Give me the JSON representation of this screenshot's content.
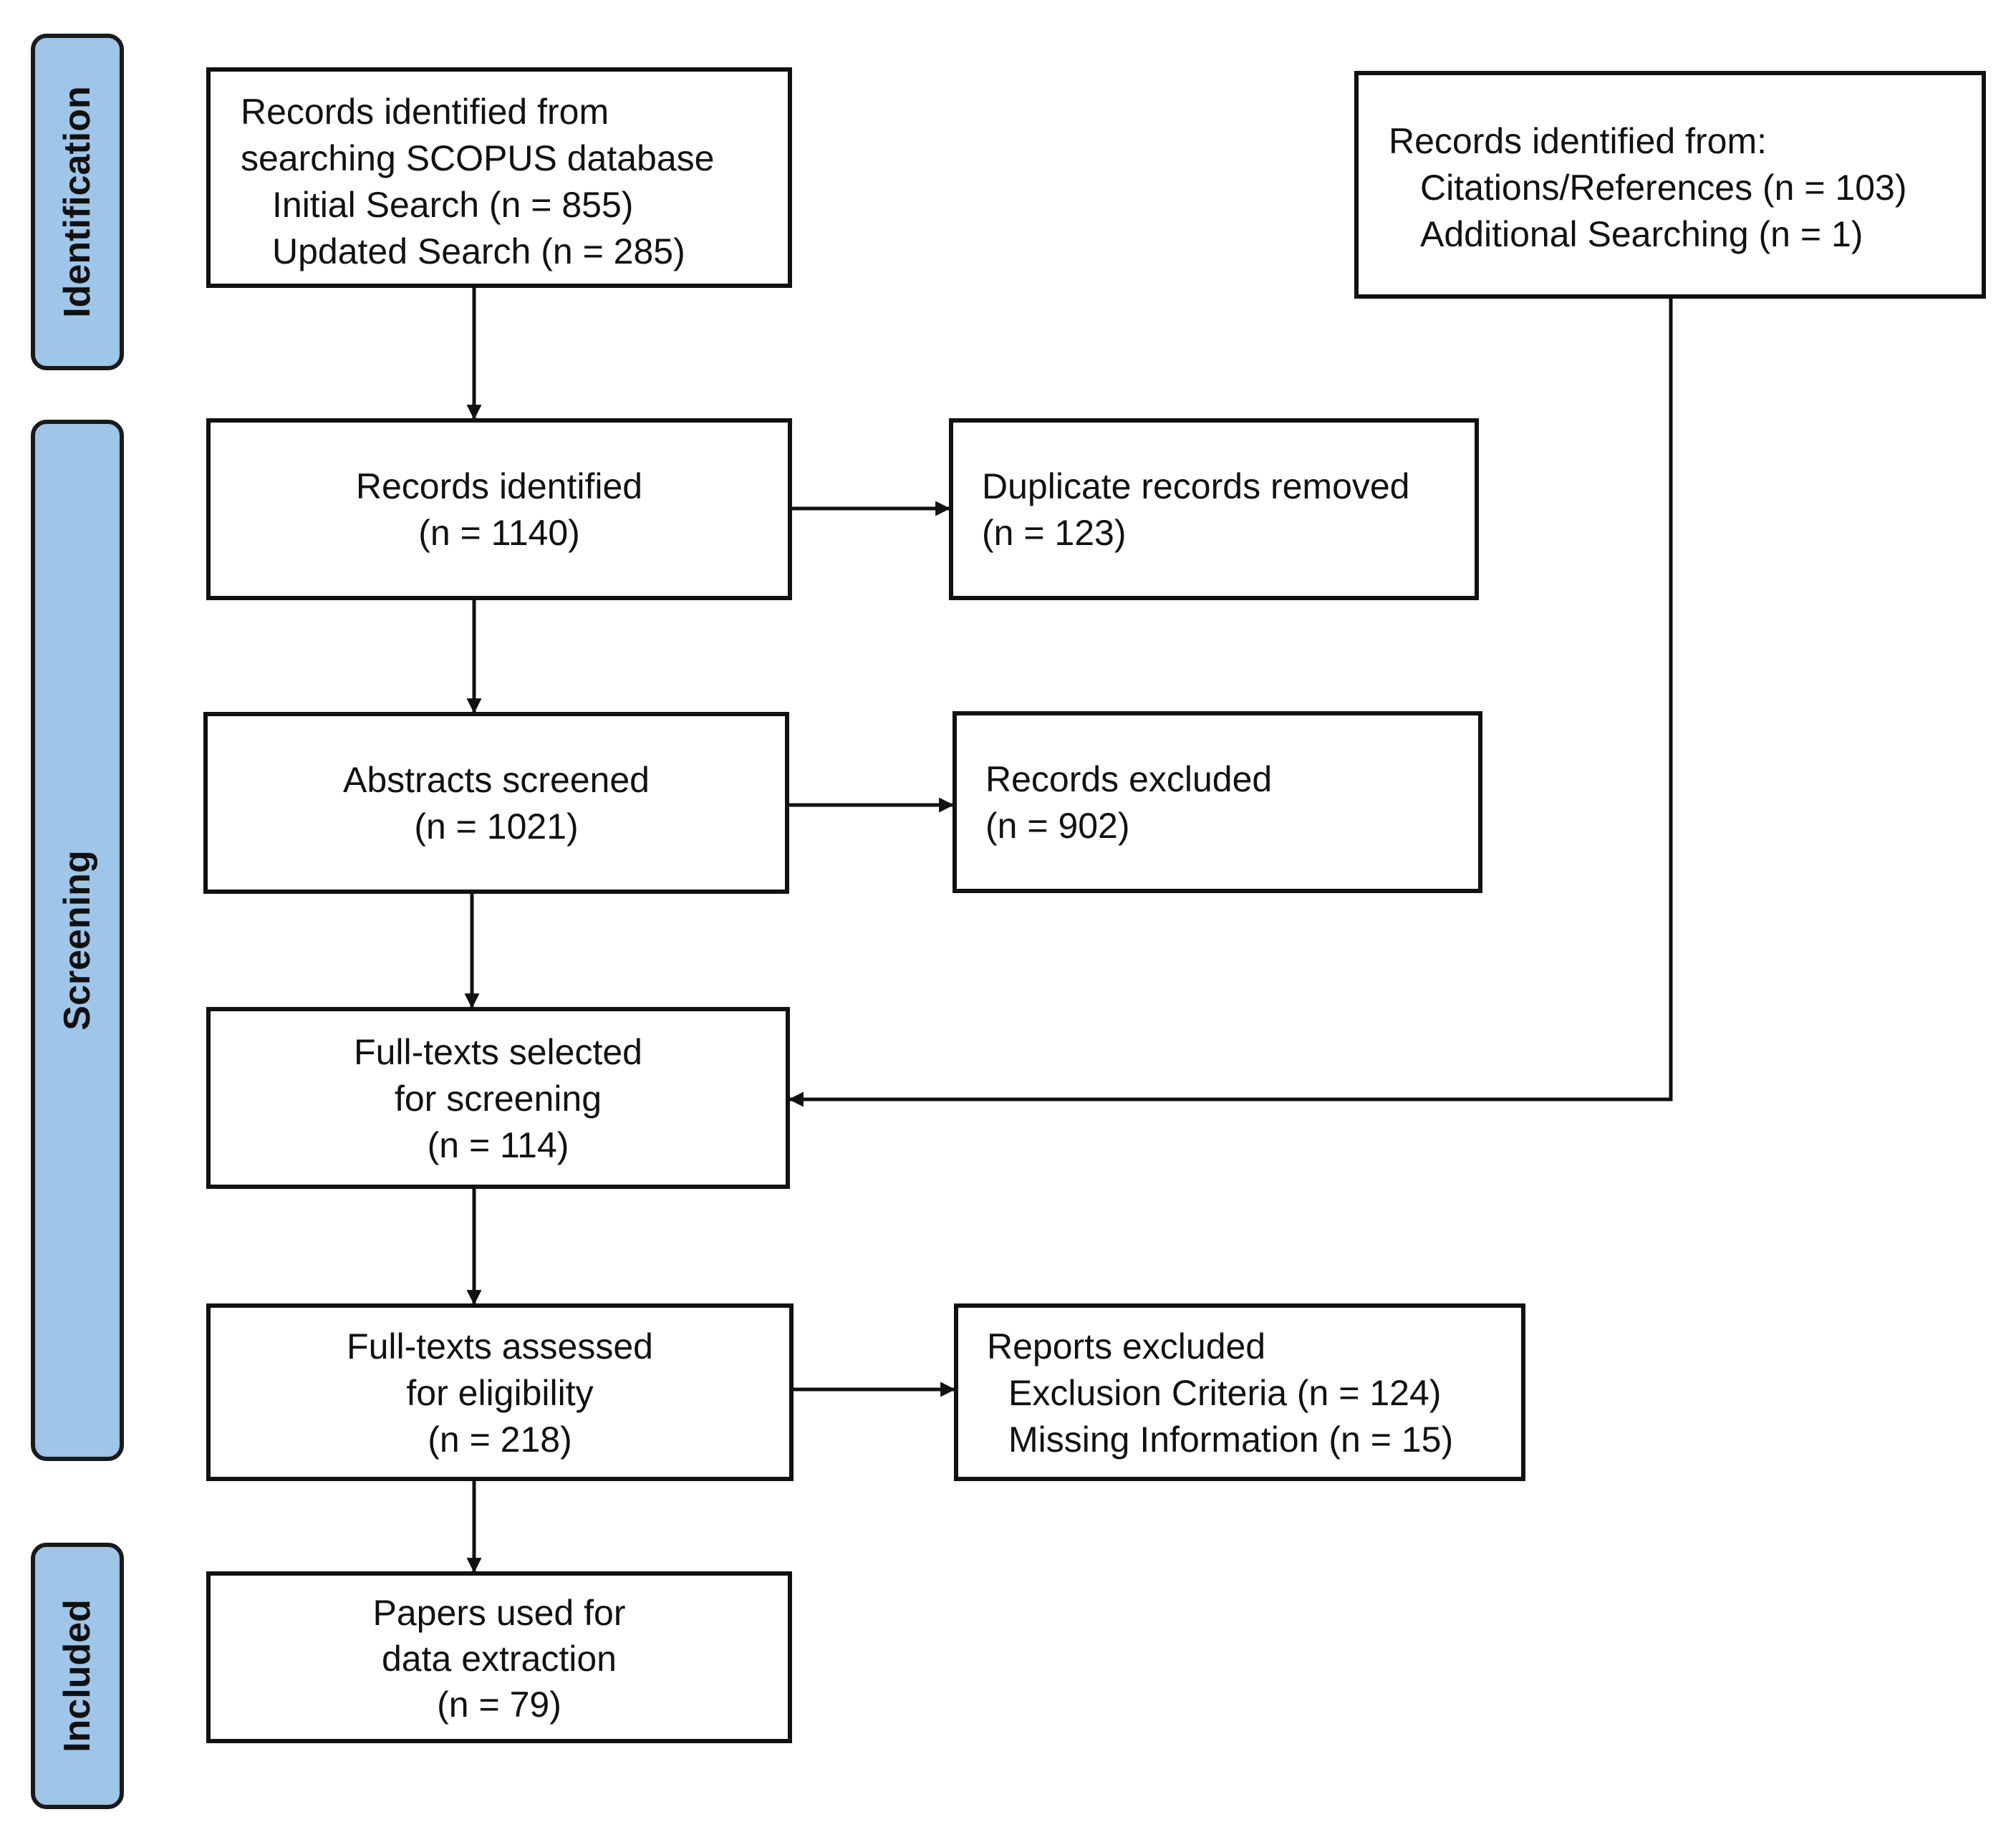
{
  "phases": {
    "identification": "Identification",
    "screening": "Screening",
    "included": "Included"
  },
  "boxes": {
    "scopus": {
      "title": [
        "Records identified from",
        "searching SCOPUS database"
      ],
      "items": [
        "Initial Search (n = 855)",
        "Updated Search (n = 285)"
      ]
    },
    "other_sources": {
      "title": "Records identified from:",
      "items": [
        "Citations/References (n = 103)",
        "Additional Searching (n = 1)"
      ]
    },
    "records_identified": {
      "label": "Records identified",
      "count": "(n = 1140)"
    },
    "duplicates_removed": {
      "label": "Duplicate records removed",
      "count": "(n = 123)"
    },
    "abstracts_screened": {
      "label": "Abstracts screened",
      "count": "(n = 1021)"
    },
    "records_excluded": {
      "label": "Records excluded",
      "count": "(n = 902)"
    },
    "fulltexts_selected": {
      "lines": [
        "Full-texts selected",
        "for screening"
      ],
      "count": "(n = 114)"
    },
    "fulltexts_assessed": {
      "lines": [
        "Full-texts assessed",
        "for eligibility"
      ],
      "count": "(n = 218)"
    },
    "reports_excluded": {
      "title": "Reports excluded",
      "items": [
        "Exclusion Criteria (n = 124)",
        "Missing Information (n = 15)"
      ]
    },
    "papers_used": {
      "lines": [
        "Papers used for",
        "data extraction"
      ],
      "count": "(n = 79)"
    }
  },
  "colors": {
    "phase_fill": "#9fc5e8",
    "stroke": "#111111"
  }
}
